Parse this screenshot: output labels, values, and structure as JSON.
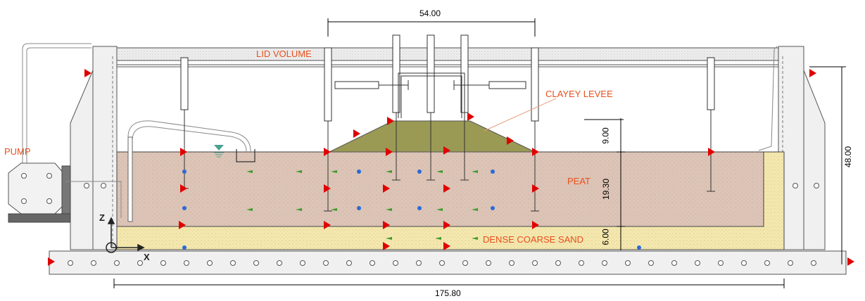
{
  "labels": {
    "pump": "PUMP",
    "lid_volume": "LID VOLUME",
    "clayey_levee": "CLAYEY LEVEE",
    "peat": "PEAT",
    "dense_coarse_sand": "DENSE COARSE SAND"
  },
  "dimensions": {
    "levee_width": "54.00",
    "total_length": "175.80",
    "total_height": "48.00",
    "levee_height": "9.00",
    "peat_thickness": "19.30",
    "sand_thickness": "6.00"
  },
  "axes": {
    "z": "Z",
    "x": "X"
  },
  "colors": {
    "peat": "#dcc4b6",
    "sand": "#f4e8b0",
    "levee": "#9a9a55",
    "frame": "#f0f0f0",
    "label": "#e8501c",
    "marker_red": "#e00000",
    "marker_green": "#3a9a2a",
    "marker_blue": "#2a6ad8",
    "water_symbol": "#4aa090"
  }
}
